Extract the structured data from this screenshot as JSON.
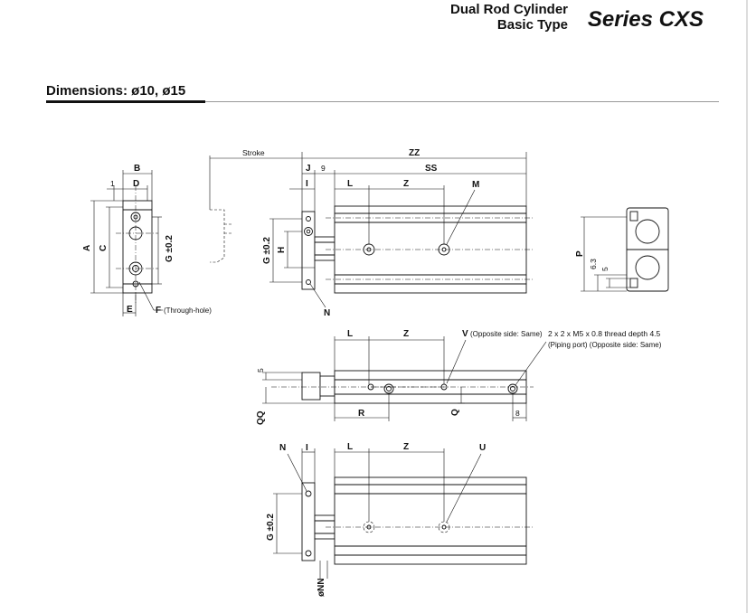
{
  "header": {
    "line1": "Dual Rod Cylinder",
    "line2": "Basic Type",
    "series": "Series CXS"
  },
  "section_title": "Dimensions: ø10, ø15",
  "labels": {
    "B": "B",
    "D": "D",
    "one": "1",
    "A": "A",
    "C": "C",
    "G02": "G ±0.2",
    "E": "E",
    "F": "F",
    "F_note": "(Through-hole)",
    "stroke": "Stroke",
    "ZZ": "ZZ",
    "J": "J",
    "nine": "9",
    "SS": "SS",
    "I": "I",
    "L": "L",
    "Z": "Z",
    "M": "M",
    "H": "H",
    "N": "N",
    "P": "P",
    "p63": "6.3",
    "p5": "5",
    "V": "V",
    "V_note": "(Opposite side: Same)",
    "thread": "2 x 2 x M5 x 0.8 thread depth 4.5",
    "thread_note": "(Piping port) (Opposite side: Same)",
    "five": "5",
    "QQ": "QQ",
    "R": "R",
    "Q": "Q",
    "eight": "8",
    "U": "U",
    "NN": "øNN"
  }
}
